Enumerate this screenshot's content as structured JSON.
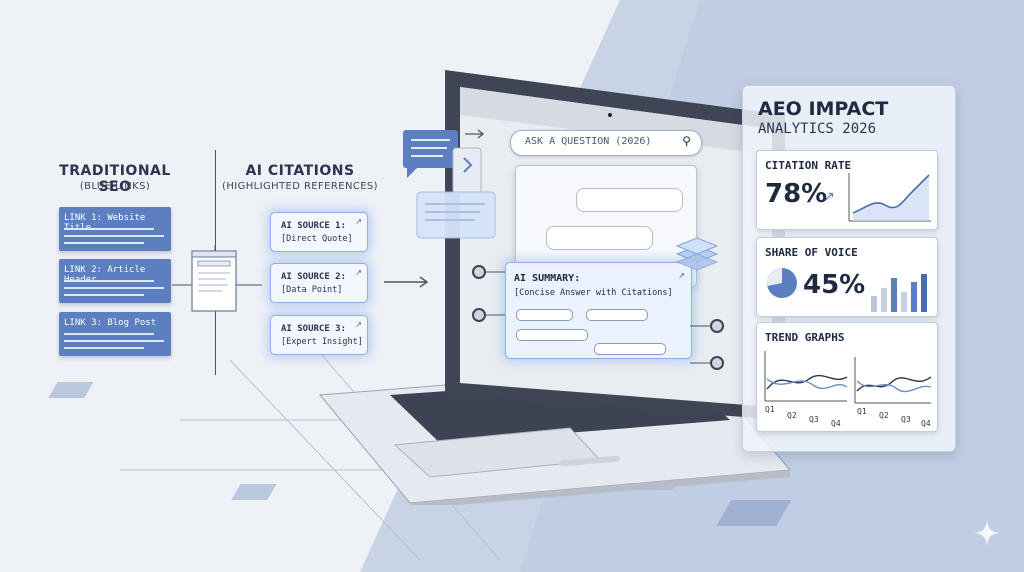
{
  "left": {
    "title": "TRADITIONAL SEO",
    "subtitle": "(BLUE LINKS)",
    "links": [
      {
        "label": "LINK 1: Website Title"
      },
      {
        "label": "LINK 2: Article Header"
      },
      {
        "label": "LINK 3: Blog Post"
      }
    ]
  },
  "middle": {
    "title": "AI CITATIONS",
    "subtitle": "(HIGHLIGHTED REFERENCES)",
    "sources": [
      {
        "title": "AI SOURCE 1:",
        "detail": "[Direct Quote]"
      },
      {
        "title": "AI SOURCE 2:",
        "detail": "[Data Point]"
      },
      {
        "title": "AI SOURCE 3:",
        "detail": "[Expert Insight]"
      }
    ]
  },
  "laptop": {
    "search_placeholder": "ASK A QUESTION (2026)",
    "summary_title": "AI SUMMARY:",
    "summary_subtitle": "[Concise Answer with Citations]"
  },
  "analytics": {
    "title": "AEO IMPACT",
    "subtitle": "ANALYTICS 2026",
    "citation_rate": {
      "label": "CITATION RATE",
      "value": "78%"
    },
    "share_of_voice": {
      "label": "SHARE OF VOICE",
      "value": "45%"
    },
    "trend": {
      "label": "TREND GRAPHS",
      "quarters": [
        "Q1",
        "Q2",
        "Q3",
        "Q4"
      ]
    }
  },
  "colors": {
    "accent": "#5b7fc0",
    "dark": "#2b3550",
    "glow": "#8fb0e4"
  }
}
